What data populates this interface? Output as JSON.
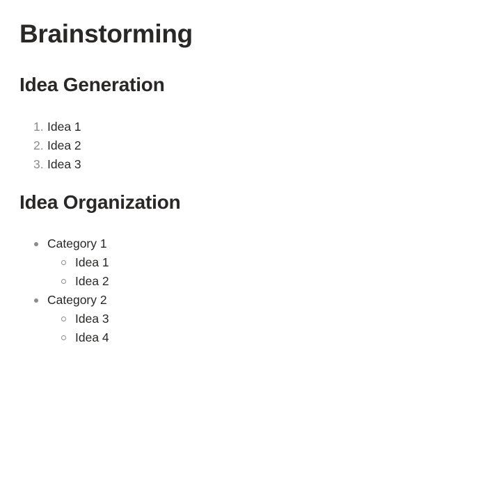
{
  "document": {
    "title": "Brainstorming",
    "sections": [
      {
        "heading": "Idea Generation",
        "list_type": "ordered",
        "items": [
          {
            "marker": "1.",
            "text": "Idea 1"
          },
          {
            "marker": "2.",
            "text": "Idea 2"
          },
          {
            "marker": "3.",
            "text": "Idea 3"
          }
        ]
      },
      {
        "heading": "Idea Organization",
        "list_type": "bulleted",
        "items": [
          {
            "text": "Category 1",
            "children": [
              {
                "text": "Idea 1"
              },
              {
                "text": "Idea 2"
              }
            ]
          },
          {
            "text": "Category 2",
            "children": [
              {
                "text": "Idea 3"
              },
              {
                "text": "Idea 4"
              }
            ]
          }
        ]
      }
    ]
  },
  "colors": {
    "text": "#2a2826",
    "marker": "#8f8c88",
    "background": "#ffffff"
  }
}
